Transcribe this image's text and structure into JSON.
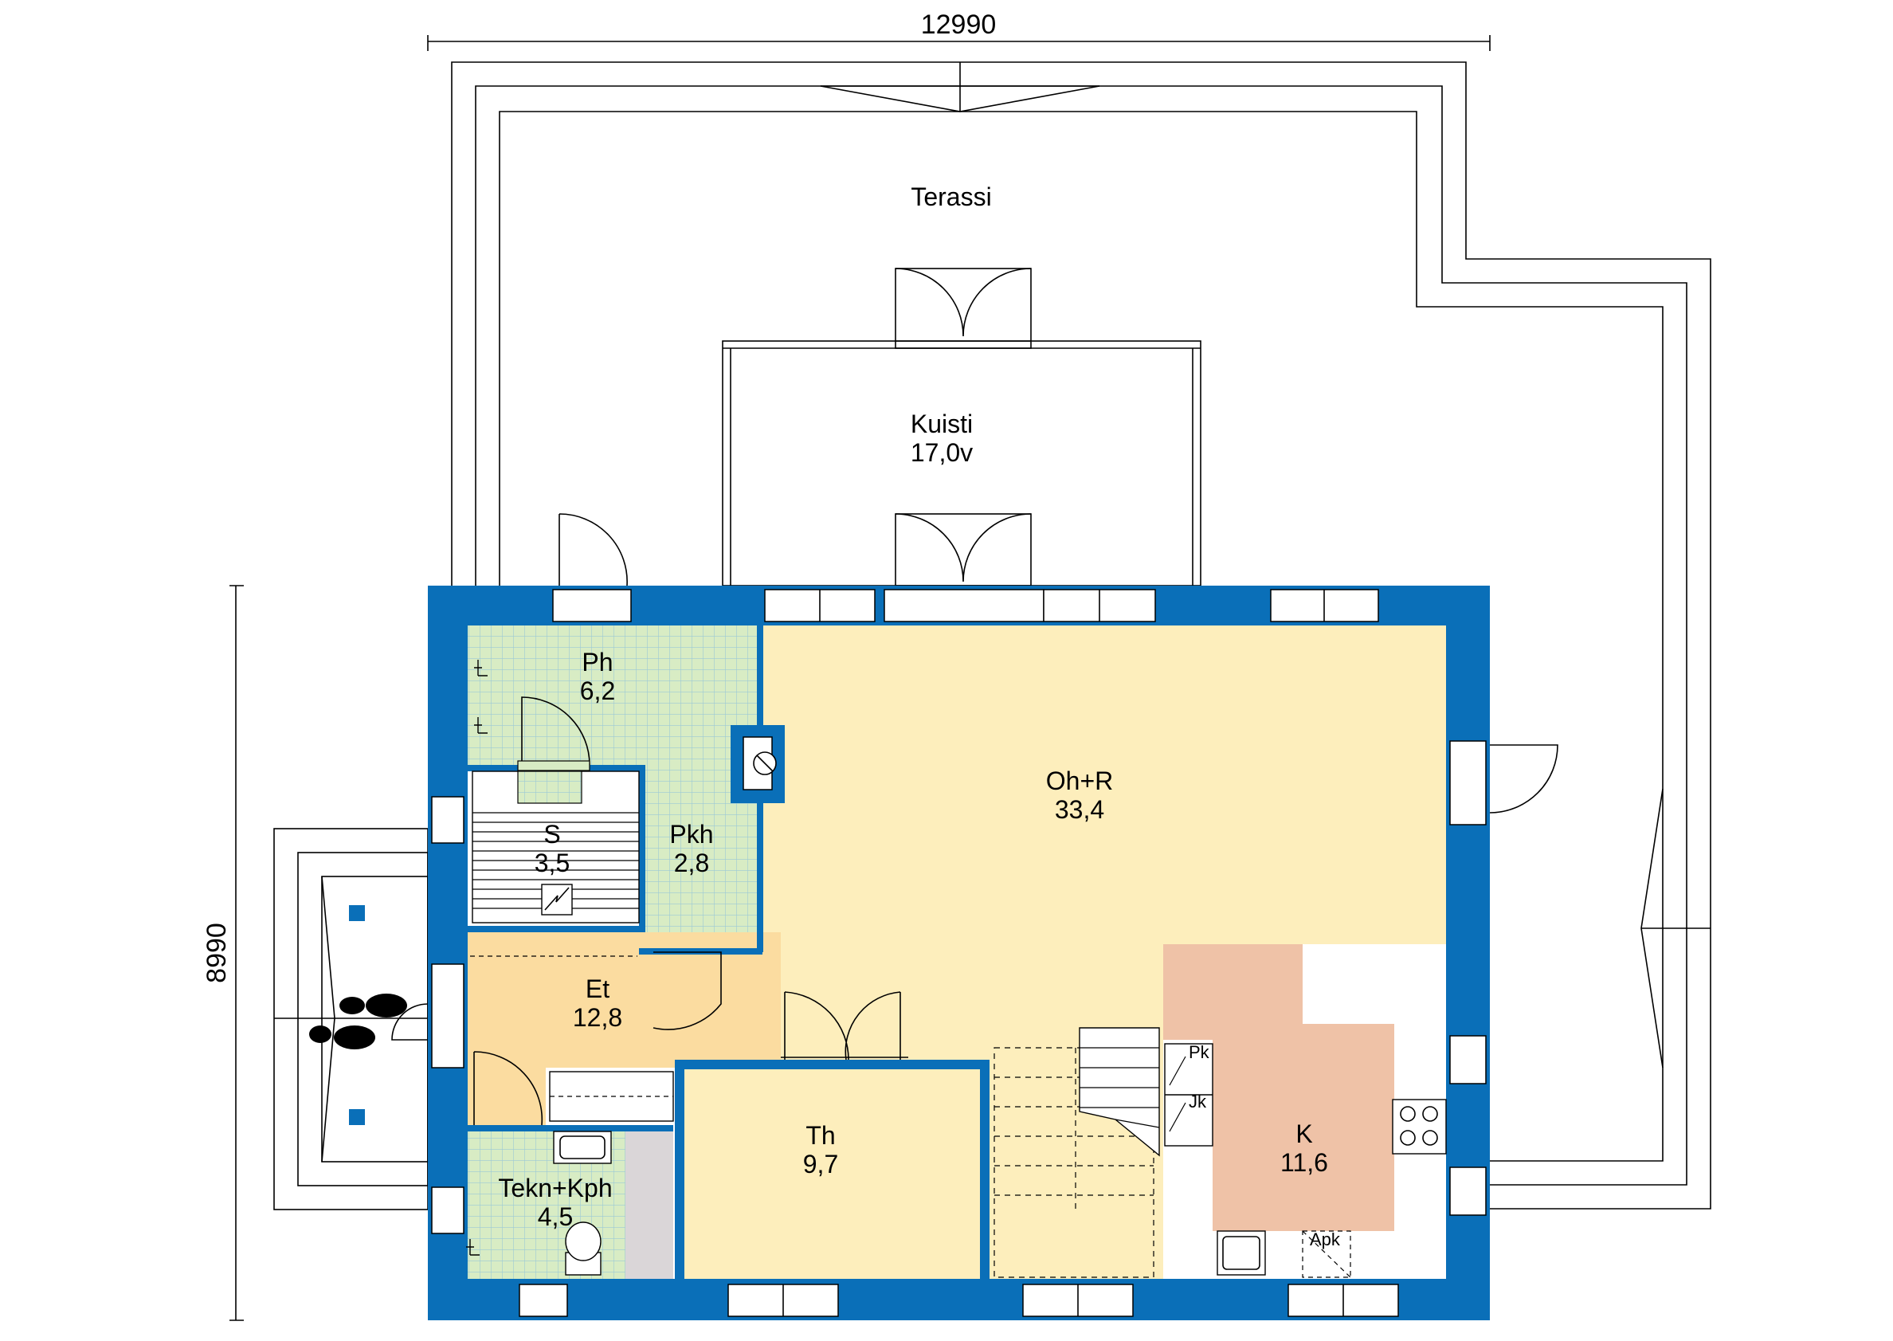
{
  "dimensions": {
    "width": "12990",
    "height": "8990"
  },
  "rooms": {
    "terassi": {
      "name": "Terassi"
    },
    "kuisti": {
      "name": "Kuisti",
      "area": "17,0v"
    },
    "ph": {
      "name": "Ph",
      "area": "6,2"
    },
    "ohr": {
      "name": "Oh+R",
      "area": "33,4"
    },
    "s": {
      "name": "S",
      "area": "3,5"
    },
    "pkh": {
      "name": "Pkh",
      "area": "2,8"
    },
    "et": {
      "name": "Et",
      "area": "12,8"
    },
    "th": {
      "name": "Th",
      "area": "9,7"
    },
    "k": {
      "name": "K",
      "area": "11,6"
    },
    "tekn": {
      "name": "Tekn+Kph",
      "area": "4,5"
    }
  },
  "fixtures": {
    "pk": "Pk",
    "jk": "Jk",
    "apk": "Apk"
  },
  "colors": {
    "wall": "#0a6fb8",
    "living": "#fdeebc",
    "hall": "#fbdca0",
    "kitchen": "#efc2a7",
    "wet_room": "#d8ecc4",
    "grid": "#9cc9d6",
    "storage": "#dad6d8"
  }
}
